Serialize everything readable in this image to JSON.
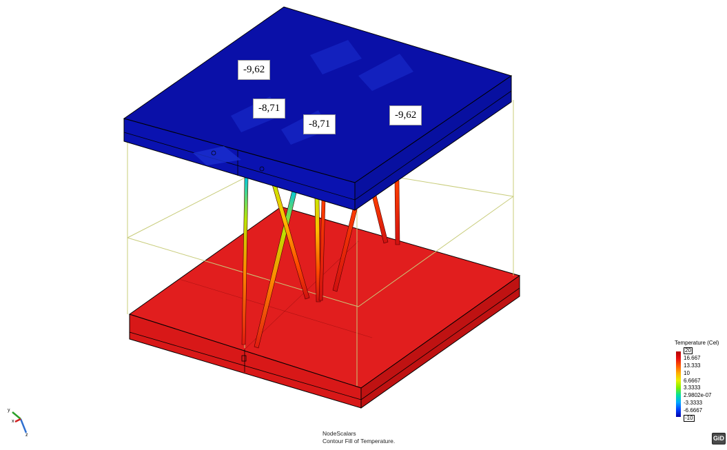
{
  "viewport": {
    "callouts": [
      "-9,62",
      "-8,71",
      "-8,71",
      "-9,62"
    ]
  },
  "legend": {
    "title": "Temperature (Cel)",
    "labels": [
      "20",
      "16.667",
      "13.333",
      "10",
      "6.6667",
      "3.3333",
      "2.9802e-07",
      "-3.3333",
      "-6.6667",
      "-10"
    ],
    "max": 20,
    "min": -10,
    "colors": [
      "#b40000",
      "#e81010",
      "#ff5a00",
      "#ffb000",
      "#e8f000",
      "#7cf000",
      "#00e0a0",
      "#00a8ff",
      "#0040ff",
      "#0000a8"
    ]
  },
  "result_info": {
    "line1": "NodeScalars",
    "line2": "Contour Fill of Temperature."
  },
  "axes": {
    "x": "x",
    "y": "y",
    "z": "z"
  },
  "logo": "GiD",
  "colors": {
    "top_slab": "#0a10a8",
    "bottom_slab": "#e11e1e",
    "bottom_slab_side": "#c41414",
    "wire": "#c8cc7a"
  }
}
